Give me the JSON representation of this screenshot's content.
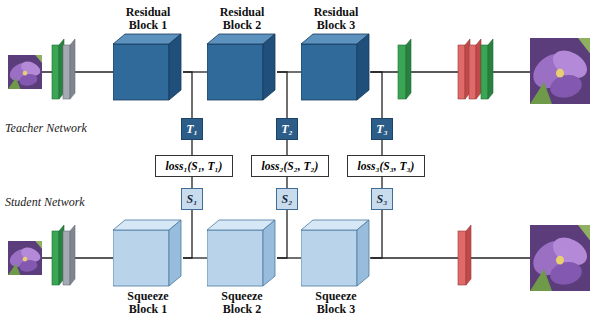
{
  "diagram": {
    "nodes": [
      {
        "text": [
          "Residual Block 1"
        ]
      },
      {
        "text": [
          "Residual Block 2"
        ]
      },
      {
        "text": [
          "Residual Block 3"
        ]
      },
      {
        "text": [
          "T₁"
        ]
      },
      {
        "text": [
          "T₂"
        ]
      },
      {
        "text": [
          "T₃"
        ]
      },
      {
        "text": [
          "loss₁(S₁, T₁)"
        ]
      },
      {
        "text": [
          "loss₂(S₂, T₂)"
        ]
      },
      {
        "text": [
          "loss₃(S₃, T₃)"
        ]
      },
      {
        "text": [
          "S₁"
        ]
      },
      {
        "text": [
          "S₂"
        ]
      },
      {
        "text": [
          "S₃"
        ]
      },
      {
        "text": [
          "Squeeze Block 1"
        ]
      },
      {
        "text": [
          "Squeeze Block 2"
        ]
      },
      {
        "text": [
          "Squeeze Block 3"
        ]
      }
    ],
    "edges": [
      {
        "from": 0,
        "to": 1,
        "arrow": "none"
      },
      {
        "from": 1,
        "to": 2,
        "arrow": "none"
      },
      {
        "from": 0,
        "to": 3,
        "arrow": "none"
      },
      {
        "from": 1,
        "to": 4,
        "arrow": "none"
      },
      {
        "from": 2,
        "to": 5,
        "arrow": "none"
      },
      {
        "from": 3,
        "to": 6,
        "arrow": "none"
      },
      {
        "from": 4,
        "to": 7,
        "arrow": "none"
      },
      {
        "from": 5,
        "to": 8,
        "arrow": "none"
      },
      {
        "from": 6,
        "to": 9,
        "arrow": "none"
      },
      {
        "from": 7,
        "to": 10,
        "arrow": "none"
      },
      {
        "from": 8,
        "to": 11,
        "arrow": "none"
      },
      {
        "from": 9,
        "to": 12,
        "arrow": "none"
      },
      {
        "from": 10,
        "to": 13,
        "arrow": "none"
      },
      {
        "from": 11,
        "to": 14,
        "arrow": "none"
      },
      {
        "from": 12,
        "to": 13,
        "arrow": "none"
      },
      {
        "from": 13,
        "to": 14,
        "arrow": "none"
      }
    ],
    "labels": [
      "Teacher Network",
      "Student Network"
    ]
  }
}
